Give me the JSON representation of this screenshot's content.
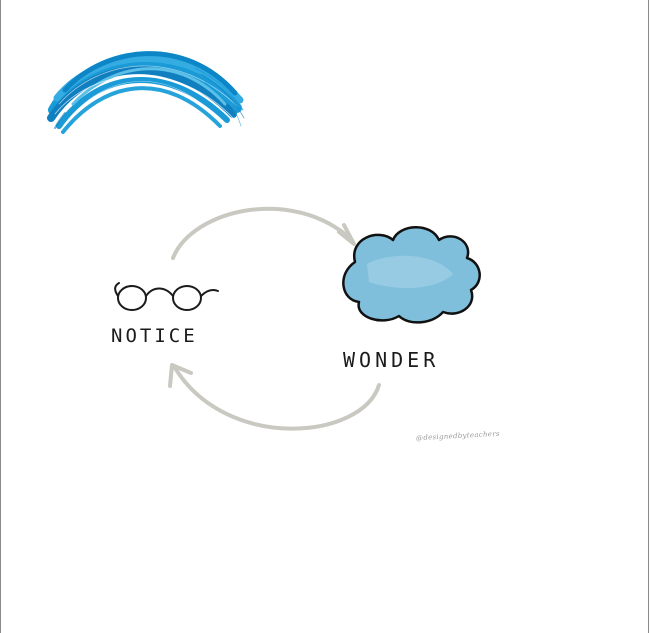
{
  "diagram": {
    "node_left": {
      "label": "NOTICE",
      "icon": "glasses-icon"
    },
    "node_right": {
      "label": "WONDER",
      "icon": "cloud-icon"
    },
    "signature_text": "@designedbyteachers",
    "colors": {
      "arrow": "#c9c8c1",
      "cloud_fill": "#7fbfdb",
      "cloud_stroke": "#111111",
      "brush_primary": "#1a9bd7",
      "brush_secondary": "#0f7fc0",
      "ink": "#1b1b1b"
    }
  }
}
